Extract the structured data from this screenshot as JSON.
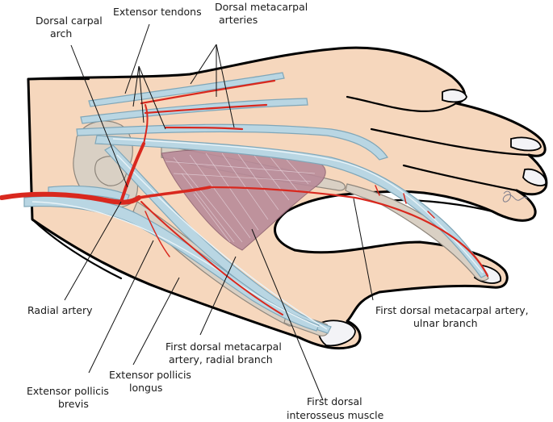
{
  "labels": {
    "dorsal_carpal_arch": [
      "Dorsal carpal",
      "arch"
    ],
    "extensor_tendons": "Extensor tendons",
    "dorsal_metacarpal_arteries": [
      "Dorsal metacarpal",
      "arteries"
    ],
    "radial_artery": "Radial artery",
    "first_dorsal_metacarpal_artery_ulnar": [
      "First dorsal metacarpal artery,",
      "ulnar branch"
    ],
    "first_dorsal_metacarpal_artery_radial": [
      "First dorsal metacarpal",
      "artery, radial branch"
    ],
    "extensor_pollicis_longus": [
      "Extensor pollicis",
      "longus"
    ],
    "extensor_pollicis_brevis": [
      "Extensor pollicis",
      "brevis"
    ],
    "first_dorsal_interosseus": [
      "First dorsal",
      "interosseus muscle"
    ]
  },
  "colors": {
    "skin": "#f6d7bd",
    "tendon": "#b9d6e3",
    "artery": "#d9281e",
    "bone": "#d9d0c4",
    "muscle": "#b98b99"
  }
}
